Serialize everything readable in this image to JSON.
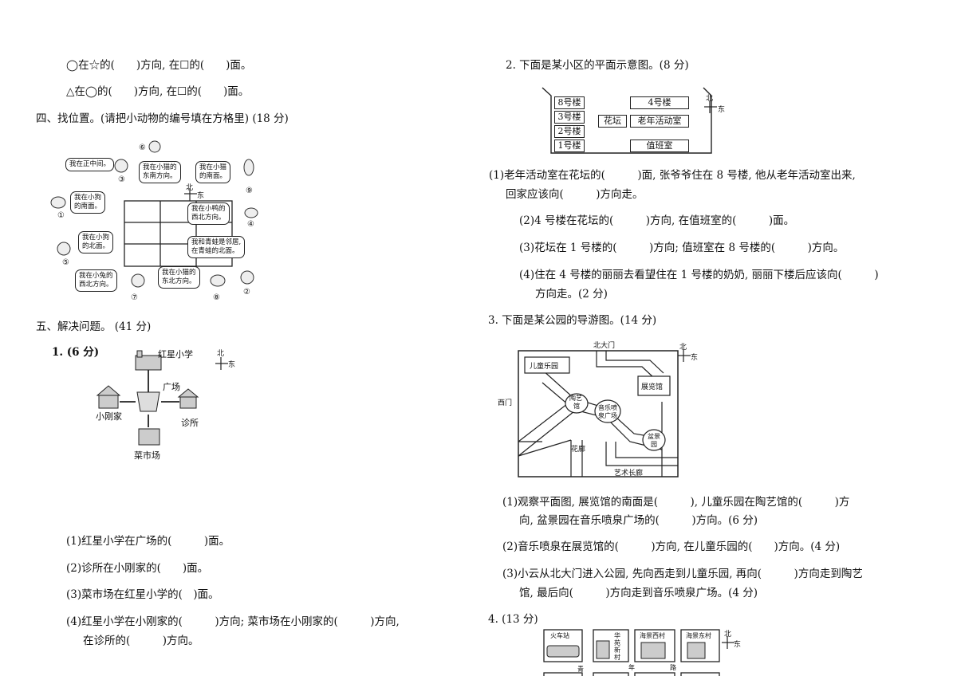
{
  "left": {
    "line1": "◯在☆的(　　)方向, 在☐的(　　)面。",
    "line2": "△在◯的(　　)方向, 在☐的(　　)面。",
    "section4": "四、找位置。(请把小动物的编号填在方格里) (18 分)",
    "animals": {
      "b1": "我在正中间。",
      "b2l1": "我在小猫的",
      "b2l2": "东南方向。",
      "b3l1": "我在小猫",
      "b3l2": "的南面。",
      "b4l1": "我在小狗",
      "b4l2": "的南面。",
      "b5l1": "我在小鸭的",
      "b5l2": "西北方向。",
      "b6l1": "我在小狗",
      "b6l2": "的北面。",
      "b7l1": "我和青蛙是邻居,",
      "b7l2": "在青蛙的北面。",
      "b8l1": "我在小兔的",
      "b8l2": "西北方向。",
      "b9l1": "我在小猫的",
      "b9l2": "东北方向。",
      "n1": "①",
      "n2": "②",
      "n3": "③",
      "n4": "④",
      "n5": "⑤",
      "n6": "⑥",
      "n7": "⑦",
      "n8": "⑧",
      "n9": "⑨",
      "north": "北",
      "east": "东"
    },
    "section5": "五、解决问题。 (41 分)",
    "q1": "1. (6 分)",
    "map1": {
      "school": "红星小学",
      "square": "广场",
      "home": "小刚家",
      "clinic": "诊所",
      "market": "菜市场",
      "north": "北",
      "east": "东"
    },
    "q1_1": "(1)红星小学在广场的(　　　)面。",
    "q1_2": "(2)诊所在小刚家的(　　)面。",
    "q1_3": "(3)菜市场在红星小学的(　)面。",
    "q1_4a": "(4)红星小学在小刚家的(　　　)方向; 菜市场在小刚家的(　　　)方向,",
    "q1_4b": "在诊所的(　　　)方向。"
  },
  "right": {
    "q2": "2. 下面是某小区的平面示意图。(8 分)",
    "map2": {
      "b8": "8号楼",
      "b3": "3号楼",
      "b2": "2号楼",
      "b1": "1号楼",
      "b4": "4号楼",
      "garden": "花坛",
      "center": "老年活动室",
      "duty": "值班室",
      "north": "北",
      "east": "东"
    },
    "q2_1a": "(1)老年活动室在花坛的(　　　)面, 张爷爷住在 8 号楼, 他从老年活动室出来,",
    "q2_1b": "回家应该向(　　　)方向走。",
    "q2_2": "(2)4 号楼在花坛的(　　　)方向, 在值班室的(　　　)面。",
    "q2_3": "(3)花坛在 1 号楼的(　　　)方向; 值班室在 8 号楼的(　　　)方向。",
    "q2_4a": "(4)住在 4 号楼的丽丽去看望住在 1 号楼的奶奶, 丽丽下楼后应该向(　　　)",
    "q2_4b": "方向走。(2 分)",
    "q3": "3. 下面是某公园的导游图。(14 分)",
    "map3": {
      "northgate": "北大门",
      "westgate": "西门",
      "kids": "儿童乐园",
      "pottery1": "陶艺",
      "pottery2": "馆",
      "fountain1": "音乐喷",
      "fountain2": "泉广场",
      "museum": "展览馆",
      "bonsai1": "盆景",
      "bonsai2": "园",
      "corridor": "花廊",
      "artgallery": "艺术长廊",
      "north": "北",
      "east": "东"
    },
    "q3_1a": "(1)观察平面图, 展览馆的南面是(　　　), 儿童乐园在陶艺馆的(　　　)方",
    "q3_1b": "向, 盆景园在音乐喷泉广场的(　　　)方向。(6 分)",
    "q3_2": "(2)音乐喷泉在展览馆的(　　　)方向, 在儿童乐园的(　　)方向。(4 分)",
    "q3_3a": "(3)小云从北大门进入公园, 先向西走到儿童乐园, 再向(　　　)方向走到陶艺",
    "q3_3b": "馆, 最后向(　　　)方向走到音乐喷泉广场。(4 分)",
    "q4": "4. (13 分)",
    "map4": {
      "station": "火车站",
      "huayuan1": "华",
      "huayuan2": "苑",
      "huayuan3": "新",
      "huayuan4": "村",
      "west": "海景西村",
      "eastv": "海景东村",
      "road1": "年",
      "road2": "路",
      "road3": "青",
      "north": "北",
      "east": "东"
    }
  }
}
